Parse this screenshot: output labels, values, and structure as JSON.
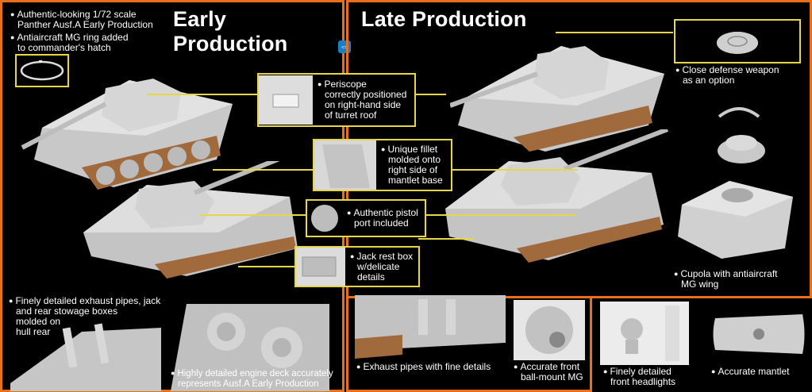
{
  "early": {
    "title": "Early Production",
    "note_authentic_1": "Authentic-looking 1/72 scale",
    "note_authentic_2": "Panther Ausf.A Early Production",
    "note_mg_ring_1": "Antiaircraft MG ring added",
    "note_mg_ring_2": "to commander's hatch",
    "note_exhaust_1": "Finely detailed exhaust pipes, jack",
    "note_exhaust_2": "and rear stowage boxes",
    "note_exhaust_3": "molded on",
    "note_exhaust_4": "hull rear",
    "note_engine_1": "Highly detailed engine deck accurately",
    "note_engine_2": "represents Ausf.A Early Production"
  },
  "late": {
    "title": "Late Production",
    "note_close_defense_1": "Close defense weapon",
    "note_close_defense_2": "as an option",
    "note_cupola_1": "Cupola with antiaircraft",
    "note_cupola_2": "MG wing",
    "note_exhaust": "Exhaust pipes with fine details",
    "note_ballmount_1": "Accurate front",
    "note_ballmount_2": "ball-mount MG"
  },
  "center": {
    "periscope_1": "Periscope",
    "periscope_2": "correctly positioned",
    "periscope_3": "on right-hand side",
    "periscope_4": "of turret roof",
    "fillet_1": "Unique fillet",
    "fillet_2": "molded onto",
    "fillet_3": "right side of",
    "fillet_4": "mantlet base",
    "pistol_1": "Authentic pistol",
    "pistol_2": "port included",
    "jack_1": "Jack rest box",
    "jack_2": "w/delicate",
    "jack_3": "details"
  },
  "detail": {
    "headlights_1": "Finely detailed",
    "headlights_2": "front headlights",
    "mantlet": "Accurate mantlet"
  },
  "icons": {
    "bullet": "●",
    "arrow": "⇔"
  },
  "colors": {
    "frame": "#e8701c",
    "callout": "#e8d64a",
    "badge": "#1a7ec8"
  }
}
